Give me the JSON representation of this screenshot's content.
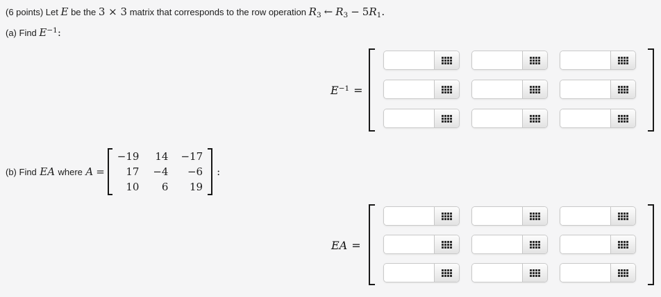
{
  "colors": {
    "background": "#f5f5f6",
    "text": "#1b1b1b",
    "bracket": "#1a1a1a",
    "input_border": "#c9c9c9",
    "button_fill_top": "#fdfdfd",
    "button_fill_bottom": "#e3e3e3",
    "icon": "#2e2e2e"
  },
  "header": {
    "prefix": "(6 points) Let",
    "E": "E",
    "mid1": "be the",
    "dims": "3 × 3",
    "mid2": "matrix that corresponds to the row operation",
    "rowop": {
      "R1": "R",
      "sub1": "3",
      "arrow": "←",
      "R2": "R",
      "sub2": "3",
      "minus": "−",
      "coef": "5",
      "R3": "R",
      "sub3": "1",
      "period": "."
    }
  },
  "part_a": {
    "prefix": "(a) Find",
    "E": "E",
    "sup": "−1",
    "colon": ":",
    "answer_label": {
      "E": "E",
      "sup": "−1",
      "eq": "="
    }
  },
  "part_b": {
    "prefix": "(b) Find",
    "EA": "EA",
    "where": "where",
    "A": "A",
    "eq": "=",
    "matrix": [
      [
        "−19",
        "14",
        "−17"
      ],
      [
        "17",
        "−4",
        "−6"
      ],
      [
        "10",
        "6",
        "19"
      ]
    ],
    "colon": ":",
    "answer_label": {
      "EA": "EA",
      "eq": "="
    }
  },
  "inputs": {
    "value": "",
    "entry_icon": "grid-icon"
  }
}
